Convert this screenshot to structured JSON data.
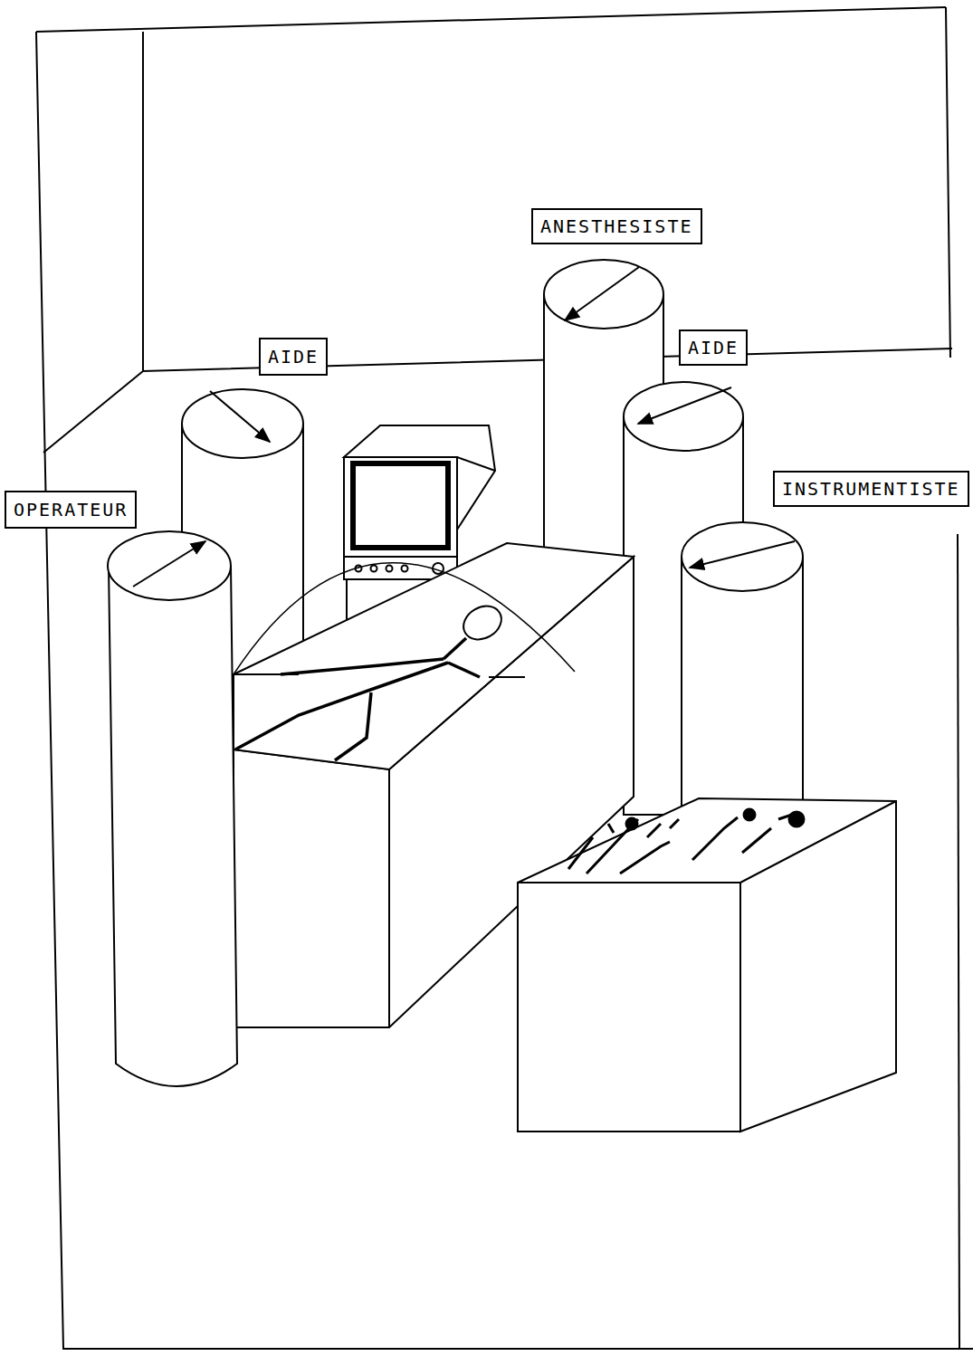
{
  "diagram": {
    "nodes": [
      {
        "text": [
          "ANESTHESISTE"
        ]
      },
      {
        "text": [
          "AIDE"
        ]
      },
      {
        "text": [
          "AIDE"
        ]
      },
      {
        "text": [
          "INSTRUMENTISTE"
        ]
      },
      {
        "text": [
          "OPERATEUR"
        ]
      }
    ]
  }
}
